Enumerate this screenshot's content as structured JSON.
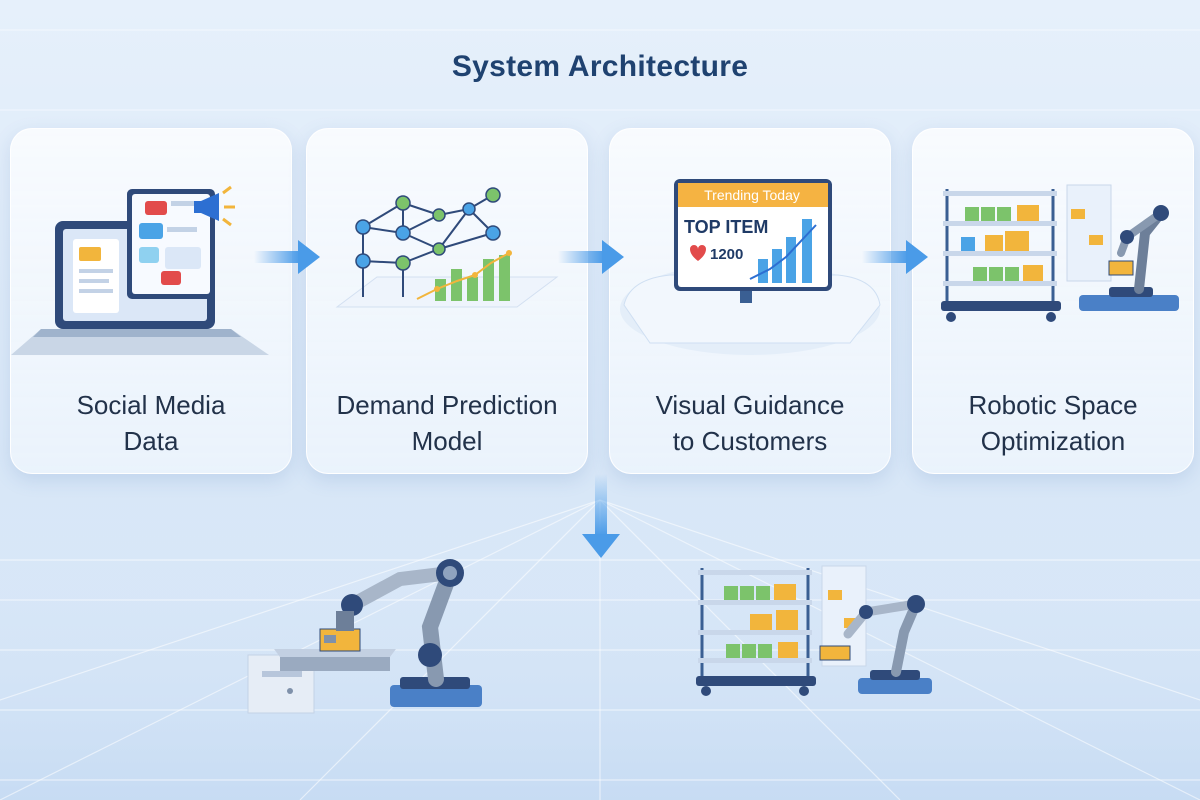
{
  "title": "System Architecture",
  "steps": [
    {
      "line1": "Social Media",
      "line2": "Data"
    },
    {
      "line1": "Demand Prediction",
      "line2": "Model"
    },
    {
      "line1": "Visual Guidance",
      "line2": "to Customers"
    },
    {
      "line1": "Robotic Space",
      "line2": "Optimization"
    }
  ],
  "display": {
    "banner": "Trending Today",
    "headline": "TOP ITEM",
    "count": "1200"
  },
  "colors": {
    "arrow": "#4a9be8",
    "title": "#1f4270",
    "label": "#22324a"
  }
}
